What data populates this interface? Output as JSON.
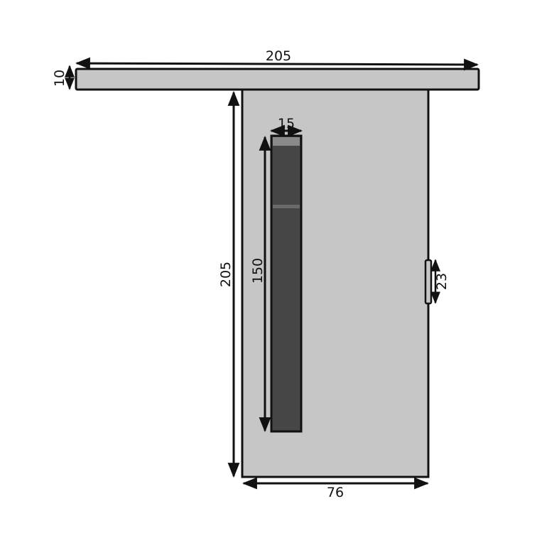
{
  "diagram": {
    "type": "sliding-door-dimensions",
    "colors": {
      "background": "#ffffff",
      "panel_fill": "#c6c6c6",
      "outline": "#111111",
      "glass_fill": "#464646",
      "glass_highlight": "#8a8a8a",
      "glass_band": "#6a6a6a",
      "arrow": "#111111"
    },
    "components": {
      "top_rail": {
        "label": "top rail"
      },
      "door_panel": {
        "label": "door panel"
      },
      "glass_insert": {
        "label": "glass insert"
      },
      "handle": {
        "label": "handle"
      }
    },
    "dimensions": {
      "rail_length": "205",
      "rail_height": "10",
      "door_height": "205",
      "door_width": "76",
      "glass_width": "15",
      "glass_height": "150",
      "handle_height": "23"
    }
  }
}
